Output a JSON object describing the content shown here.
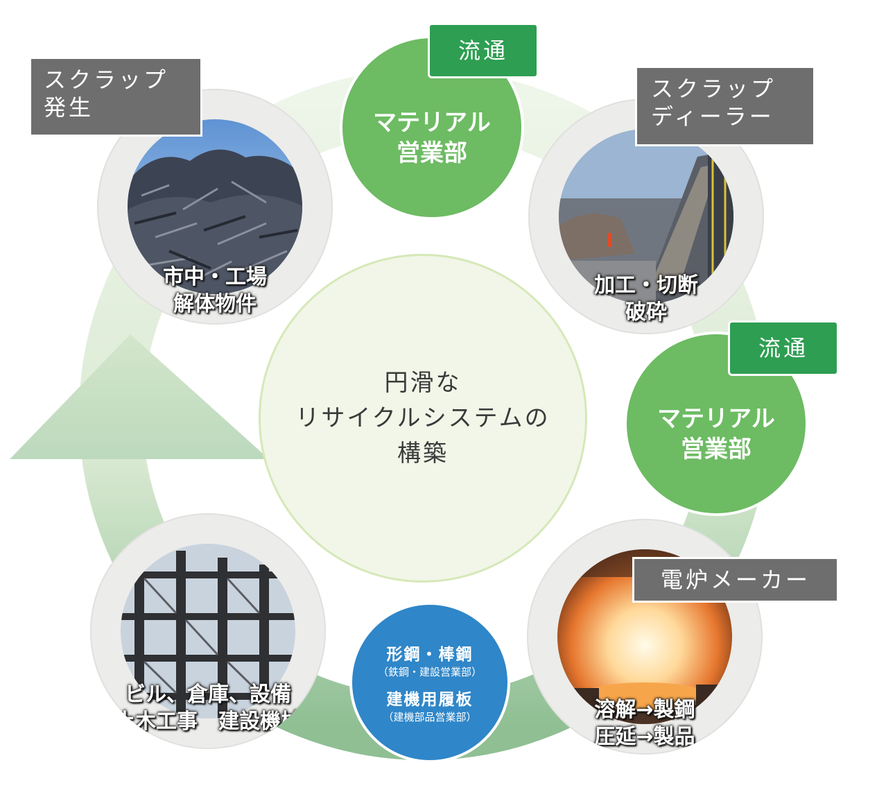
{
  "center": {
    "line1": "円滑な",
    "line2": "リサイクルシステムの",
    "line3": "構築"
  },
  "scrap_generation": {
    "tag_line1": "スクラップ",
    "tag_line2": "発生",
    "caption_line1": "市中・工場",
    "caption_line2": "解体物件"
  },
  "scrap_dealer": {
    "tag_line1": "スクラップ",
    "tag_line2": "ディーラー",
    "caption_line1": "加工・切断",
    "caption_line2": "破砕"
  },
  "distribution_top": {
    "tag": "流通",
    "line1": "マテリアル",
    "line2": "営業部"
  },
  "distribution_right": {
    "tag": "流通",
    "line1": "マテリアル",
    "line2": "営業部"
  },
  "electric_furnace": {
    "tag": "電炉メーカー",
    "caption_line1": "溶解→製鋼",
    "caption_line2": "圧延→製品"
  },
  "products": {
    "line1": "形鋼・棒鋼",
    "line1_sub": "（鉄鋼・建設営業部）",
    "line2": "建機用履板",
    "line2_sub": "（建機部品営業部）"
  },
  "construction": {
    "caption_line1": "ビル、倉庫、設備",
    "caption_line2": "土木工事　建設機械"
  },
  "colors": {
    "ring": "#e4efdc",
    "ring_dark": "#a8cda6",
    "green": "#6dbb63",
    "tag_green": "#2e9e52",
    "tag_gray": "#6e6e6e",
    "blue": "#2f86c8",
    "center_fill": "#f1f6e8"
  }
}
